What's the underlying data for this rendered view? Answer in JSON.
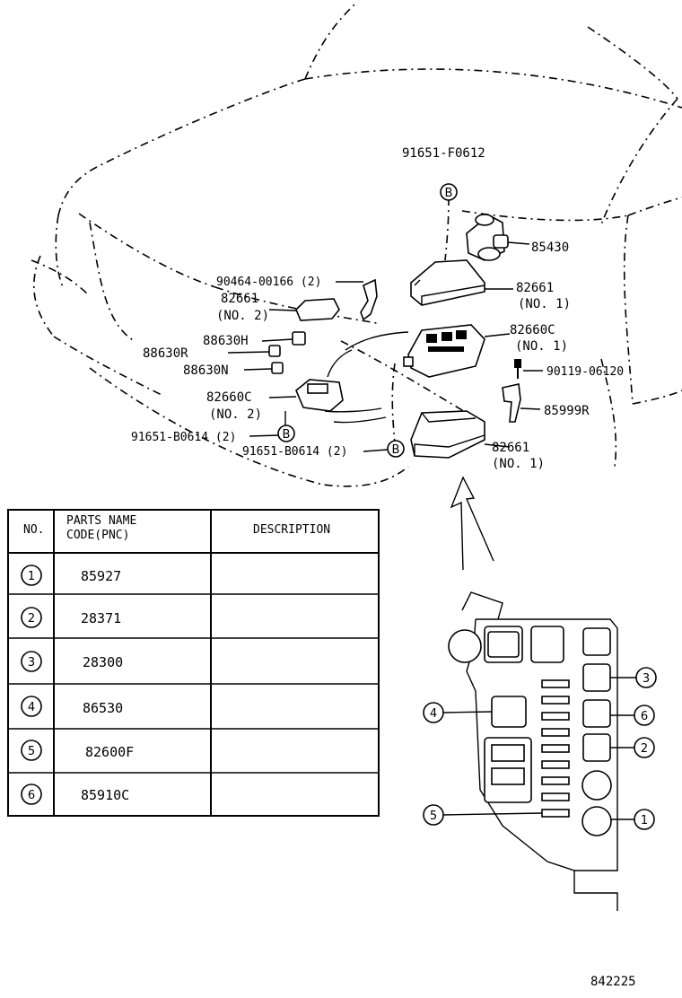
{
  "callouts": {
    "p91651_f0612": "91651-F0612",
    "p85430": "85430",
    "p90464": "90464-00166 (2)",
    "p82661_no2_code": "82661",
    "p82661_no2_sub": "(NO. 2)",
    "p82661_no1_top_code": "82661",
    "p82661_no1_top_sub": "(NO. 1)",
    "p88630h": "88630H",
    "p88630r": "88630R",
    "p88630n": "88630N",
    "p82660c_no1_code": "82660C",
    "p82660c_no1_sub": "(NO. 1)",
    "p90119": "90119-06120",
    "p82660c_no2_code": "82660C",
    "p82660c_no2_sub": "(NO. 2)",
    "p85999r": "85999R",
    "p91651_b0614_a": "91651-B0614 (2)",
    "p91651_b0614_b": "91651-B0614 (2)",
    "p82661_no1_bot_code": "82661",
    "p82661_no1_bot_sub": "(NO. 1)",
    "marker_b": "B",
    "figure_id": "842225"
  },
  "table": {
    "header_no": "NO.",
    "header_parts_line1": "PARTS NAME",
    "header_parts_line2": "CODE(PNC)",
    "header_desc": "DESCRIPTION",
    "rows": [
      {
        "no": "1",
        "code": "85927",
        "description": ""
      },
      {
        "no": "2",
        "code": "28371",
        "description": ""
      },
      {
        "no": "3",
        "code": "28300",
        "description": ""
      },
      {
        "no": "4",
        "code": "86530",
        "description": ""
      },
      {
        "no": "5",
        "code": "82600F",
        "description": ""
      },
      {
        "no": "6",
        "code": "85910C",
        "description": ""
      }
    ]
  },
  "fuse_box_callouts": [
    "3",
    "6",
    "2",
    "4",
    "5",
    "1"
  ]
}
